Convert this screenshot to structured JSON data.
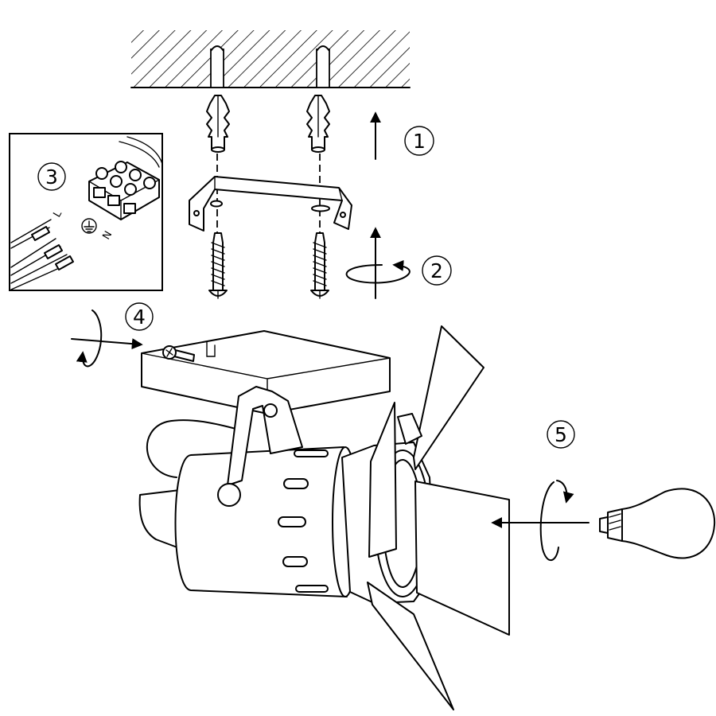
{
  "steps": [
    {
      "number": "1"
    },
    {
      "number": "2"
    },
    {
      "number": "3"
    },
    {
      "number": "4"
    },
    {
      "number": "5"
    }
  ],
  "wiring": {
    "terminal_labels": [
      "L",
      "N"
    ]
  }
}
